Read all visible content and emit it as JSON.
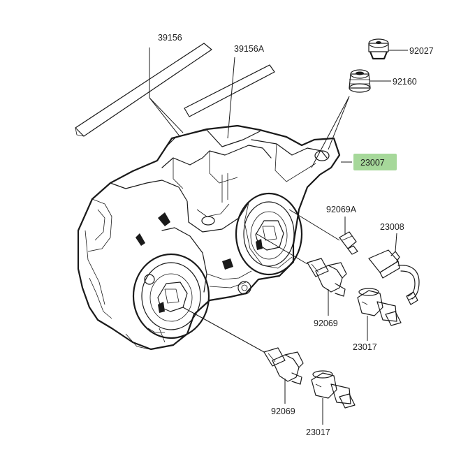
{
  "diagram": {
    "highlight_color": "#a6d89a",
    "parts": [
      {
        "number": "39156"
      },
      {
        "number": "39156A"
      },
      {
        "number": "92027"
      },
      {
        "number": "92160"
      },
      {
        "number": "23007",
        "highlighted": true
      },
      {
        "number": "92069A"
      },
      {
        "number": "23008"
      },
      {
        "number": "92069"
      },
      {
        "number": "23017"
      },
      {
        "number": "92069"
      },
      {
        "number": "23017"
      }
    ]
  }
}
